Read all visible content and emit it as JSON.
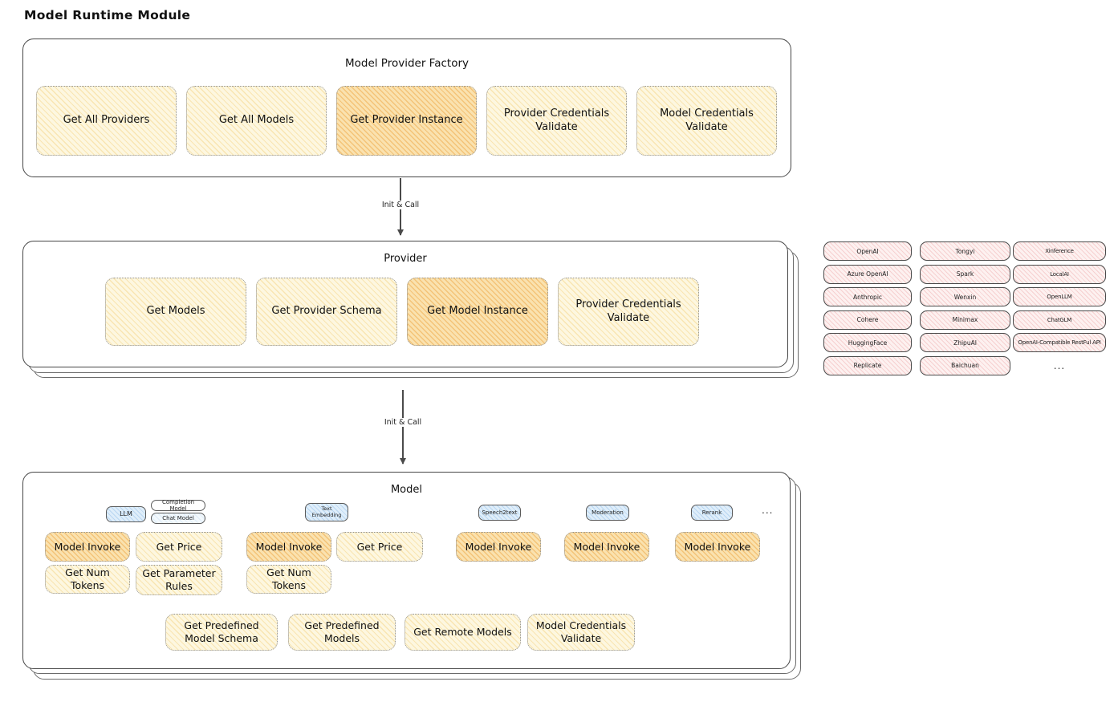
{
  "page_title": "Model Runtime Module",
  "arrows": [
    {
      "label": "Init & Call"
    },
    {
      "label": "Init & Call"
    }
  ],
  "factory": {
    "title": "Model Provider Factory",
    "buttons": [
      {
        "label": "Get All Providers",
        "highlight": false
      },
      {
        "label": "Get All Models",
        "highlight": false
      },
      {
        "label": "Get Provider Instance",
        "highlight": true
      },
      {
        "label": "Provider Credentials Validate",
        "highlight": false
      },
      {
        "label": "Model Credentials Validate",
        "highlight": false
      }
    ]
  },
  "provider": {
    "title": "Provider",
    "buttons": [
      {
        "label": "Get Models",
        "highlight": false
      },
      {
        "label": "Get Provider Schema",
        "highlight": false
      },
      {
        "label": "Get Model Instance",
        "highlight": true
      },
      {
        "label": "Provider Credentials Validate",
        "highlight": false
      }
    ]
  },
  "provider_list": {
    "columns": [
      [
        "OpenAI",
        "Azure OpenAI",
        "Anthropic",
        "Cohere",
        "HuggingFace",
        "Replicate"
      ],
      [
        "Tongyi",
        "Spark",
        "Wenxin",
        "Minimax",
        "ZhipuAI",
        "Baichuan"
      ],
      [
        "Xinference",
        "LocalAI",
        "OpenLLM",
        "ChatGLM",
        "OpenAI-Compatible RestFul API"
      ]
    ],
    "more": "..."
  },
  "model": {
    "title": "Model",
    "tabs": [
      {
        "label": "LLM",
        "style": "blue"
      },
      {
        "label": "Completion Model",
        "style": "white"
      },
      {
        "label": "Chat Model",
        "style": "chat"
      },
      {
        "label": "Text Embedding",
        "style": "blue"
      },
      {
        "label": "Speech2text",
        "style": "blue"
      },
      {
        "label": "Moderation",
        "style": "blue"
      },
      {
        "label": "Rerank",
        "style": "blue"
      }
    ],
    "tabs_more": "...",
    "buttons": [
      {
        "label": "Model Invoke",
        "highlight": true
      },
      {
        "label": "Get Price",
        "highlight": false
      },
      {
        "label": "Get Num Tokens",
        "highlight": false
      },
      {
        "label": "Get Parameter Rules",
        "highlight": false
      },
      {
        "label": "Model Invoke",
        "highlight": true
      },
      {
        "label": "Get Price",
        "highlight": false
      },
      {
        "label": "Get Num Tokens",
        "highlight": false
      },
      {
        "label": "Model Invoke",
        "highlight": true
      },
      {
        "label": "Model Invoke",
        "highlight": true
      },
      {
        "label": "Model Invoke",
        "highlight": true
      },
      {
        "label": "Get Predefined Model Schema",
        "highlight": false
      },
      {
        "label": "Get Predefined Models",
        "highlight": false
      },
      {
        "label": "Get Remote Models",
        "highlight": false
      },
      {
        "label": "Model Credentials Validate",
        "highlight": false
      }
    ]
  },
  "colors": {
    "node_yellow": "#fdf7e0",
    "node_highlight_orange": "#fae2af",
    "provider_pink": "#fdf1f0",
    "model_type_blue": "#dfeefa",
    "box_border": "#464646"
  }
}
